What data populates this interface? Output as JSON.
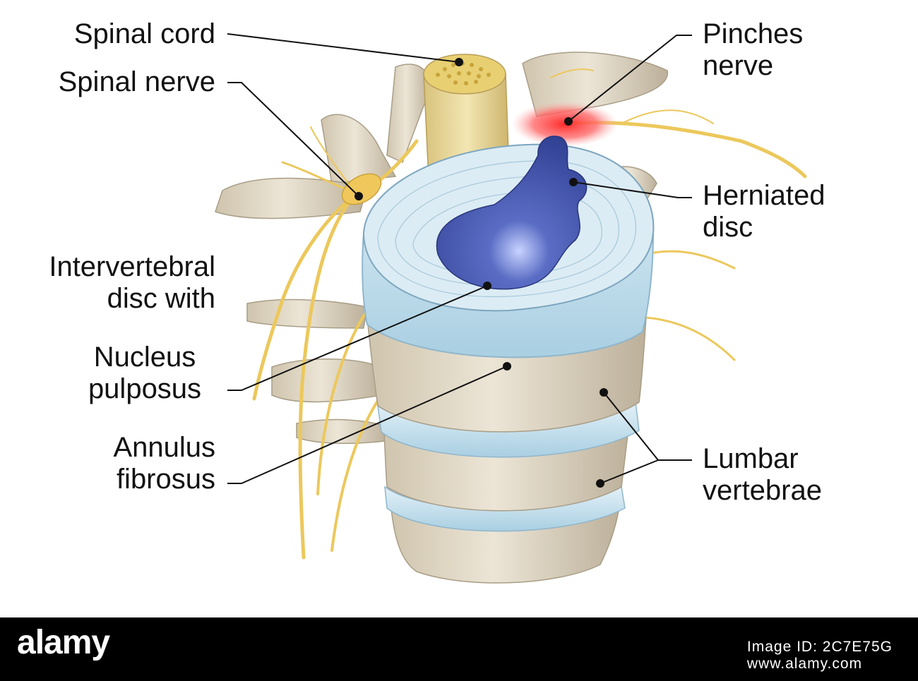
{
  "labels": {
    "spinal_cord": "Spinal cord",
    "spinal_nerve": "Spinal nerve",
    "pinches_nerve": [
      "Pinches",
      "nerve"
    ],
    "herniated_disc": [
      "Herniated",
      "disc"
    ],
    "intervertebral_disc": [
      "Intervertebral",
      "disc with"
    ],
    "nucleus_pulposus": [
      "Nucleus",
      "pulposus"
    ],
    "annulus_fibrosus": [
      "Annulus",
      "fibrosus"
    ],
    "lumbar_vertebrae": [
      "Lumbar",
      "vertebrae"
    ]
  },
  "watermark": {
    "brand": "alamy",
    "prefix": "Image ID: ",
    "id": "2C7E75G",
    "site": "www.alamy.com"
  },
  "colors": {
    "bone": "#e4dccb",
    "bone_shadow": "#b9ae98",
    "disc": "#c9e2ef",
    "disc_edge": "#8fb6cc",
    "nucleus": "#3a4fa3",
    "nerve": "#f0c75a",
    "pinch": "#ff3b3b",
    "spinal_cord": "#ecdc9e"
  }
}
